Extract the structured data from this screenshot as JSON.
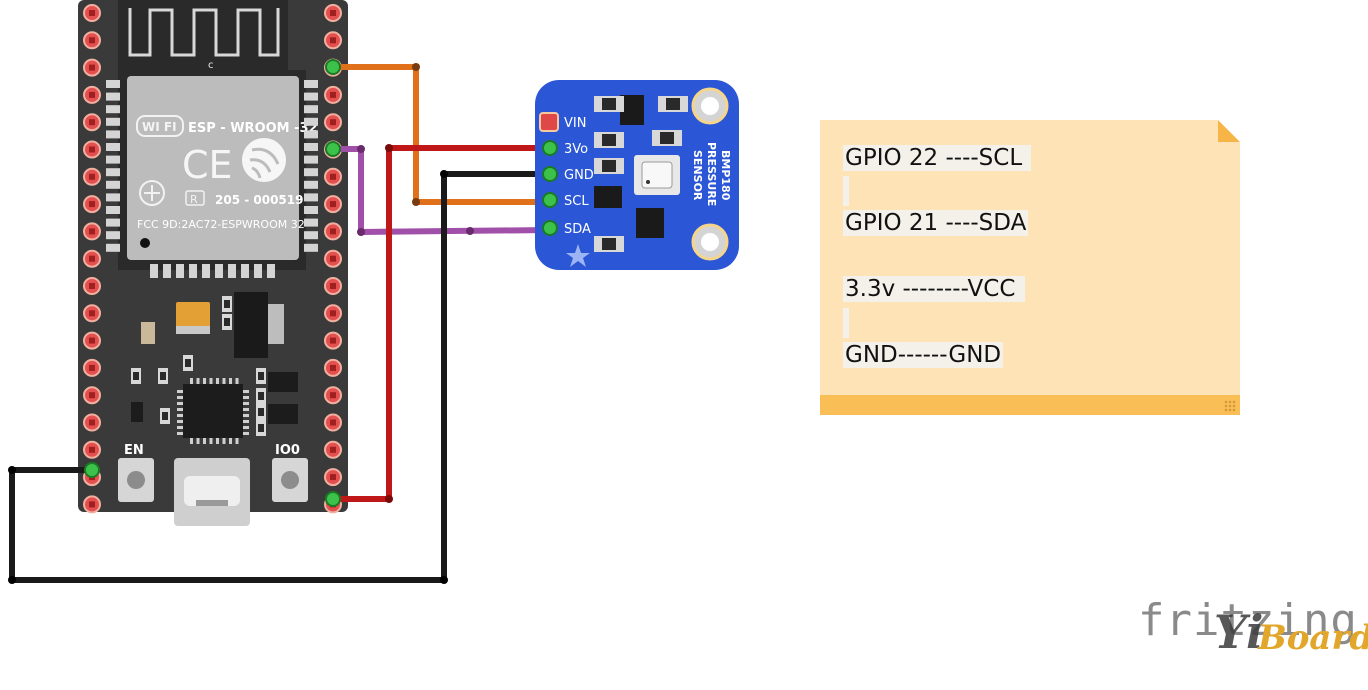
{
  "esp32": {
    "module_name": "ESP - WROOM -32",
    "wifi_logo": "WI FI",
    "ce_mark": "CE",
    "r_mark": "R",
    "cert_number": "205 - 000519",
    "fcc_id": "FCC 9D:2AC72-ESPWROOM 32",
    "antenna_label": "c",
    "button_en": "EN",
    "button_io0": "IO0"
  },
  "sensor": {
    "name_line1": "BMP180",
    "name_line2": "PRESSURE",
    "name_line3": "SENSOR",
    "pins": [
      "VIN",
      "3Vo",
      "GND",
      "SCL",
      "SDA"
    ]
  },
  "note": {
    "lines": [
      "GPIO 22 ----SCL ",
      "GPIO 21 ----SDA",
      "3.3v --------VCC ",
      "GND------GND"
    ]
  },
  "logo": {
    "fritzing": "fritzing",
    "yi": "Yi",
    "board": "Board"
  },
  "colors": {
    "board": "#3a3a3a",
    "sensor_board": "#2b57d6",
    "wire_scl": "#e0701a",
    "wire_sda": "#a050a8",
    "wire_vcc": "#c01818",
    "wire_gnd": "#1a1a1a",
    "note": "#fde3b6"
  }
}
